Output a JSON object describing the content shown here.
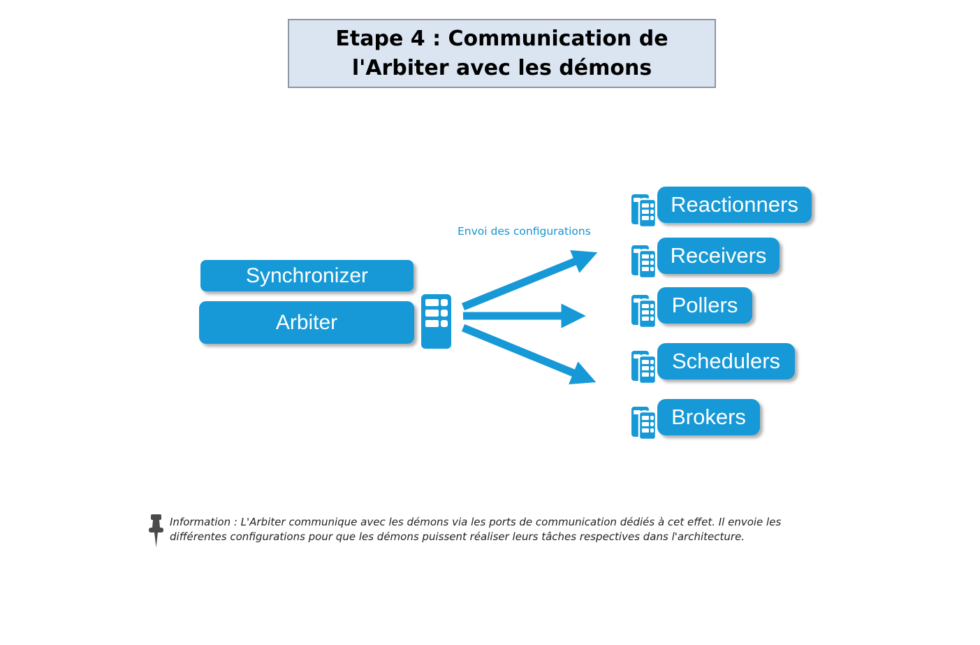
{
  "title": {
    "line1": "Etape 4 : Communication de",
    "line2": "l'Arbiter avec les démons"
  },
  "nodes": {
    "synchronizer": "Synchronizer",
    "arbiter": "Arbiter"
  },
  "arrow_label": "Envoi des configurations",
  "daemons": [
    {
      "label": "Reactionners"
    },
    {
      "label": "Receivers"
    },
    {
      "label": "Pollers"
    },
    {
      "label": "Schedulers"
    },
    {
      "label": "Brokers"
    }
  ],
  "note": {
    "text": "Information : L'Arbiter communique avec les démons via les ports de communication dédiés à cet effet. Il envoie les différentes configurations pour que les démons puissent réaliser leurs tâches respectives dans l'architecture."
  },
  "icons": {
    "arbiter_host": "server-tower-icon",
    "daemon": "server-copy-icon",
    "note": "push-pin-icon"
  },
  "colors": {
    "accent": "#1699d6",
    "title_bg": "#dbe5f2",
    "title_border": "#8c96a4",
    "label_text": "#1793cf",
    "note_text": "#222222",
    "pin": "#4a4a4a"
  }
}
